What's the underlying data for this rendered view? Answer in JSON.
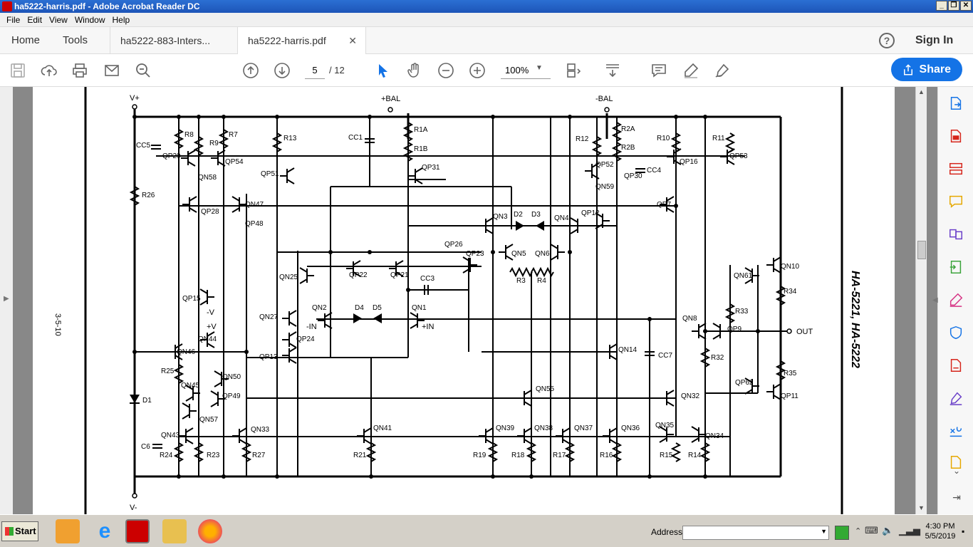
{
  "window": {
    "title": "ha5222-harris.pdf - Adobe Acrobat Reader DC"
  },
  "menu": [
    "File",
    "Edit",
    "View",
    "Window",
    "Help"
  ],
  "tabs": {
    "home": "Home",
    "tools": "Tools",
    "doc1": "ha5222-883-Inters...",
    "doc2": "ha5222-harris.pdf",
    "signin": "Sign In"
  },
  "toolbar": {
    "page": "5",
    "total": "/ 12",
    "zoom": "100%",
    "share": "Share"
  },
  "page": {
    "side_left": "3-5-10",
    "side_right": "HA-5221, HA-5222",
    "labels": {
      "vplus": "V+",
      "vminus": "V-",
      "pbal": "+BAL",
      "nbal": "-BAL",
      "out": "OUT",
      "minus_in": "-IN",
      "plus_in": "+IN",
      "neg_v": "-V",
      "pos_v": "+V"
    },
    "components": [
      "CC5",
      "R8",
      "R9",
      "R7",
      "R13",
      "CC1",
      "R1A",
      "R1B",
      "R12",
      "R2A",
      "R2B",
      "R10",
      "R11",
      "QP29",
      "QN58",
      "QP54",
      "QP51",
      "QP31",
      "QP52",
      "QP30",
      "CC4",
      "QN59",
      "QP16",
      "QP53",
      "R26",
      "QP28",
      "QN47",
      "QP48",
      "QN3",
      "D2",
      "D3",
      "QN4",
      "QP12",
      "QP7",
      "QP26",
      "QN5",
      "QN6",
      "QP23",
      "QN25",
      "QP22",
      "QP21",
      "R3",
      "R4",
      "CC3",
      "QN10",
      "QN61",
      "R34",
      "QP15",
      "QN2",
      "D4",
      "D5",
      "QN1",
      "QN27",
      "R33",
      "QN8",
      "QP9",
      "QN44",
      "QP24",
      "QN46",
      "QP13",
      "QN14",
      "CC7",
      "R32",
      "R25",
      "QN50",
      "QN45",
      "QP49",
      "D1",
      "QN55",
      "QN32",
      "R35",
      "QP62",
      "QP11",
      "QN57",
      "QN43",
      "QN33",
      "QN41",
      "QN39",
      "QN38",
      "QN37",
      "QN36",
      "QN35",
      "QN34",
      "C6",
      "R24",
      "R23",
      "R27",
      "R21",
      "R19",
      "R18",
      "R17",
      "R16",
      "R15",
      "R14"
    ]
  },
  "taskbar": {
    "start": "Start",
    "address": "Address",
    "time": "4:30 PM",
    "date": "5/5/2019"
  }
}
